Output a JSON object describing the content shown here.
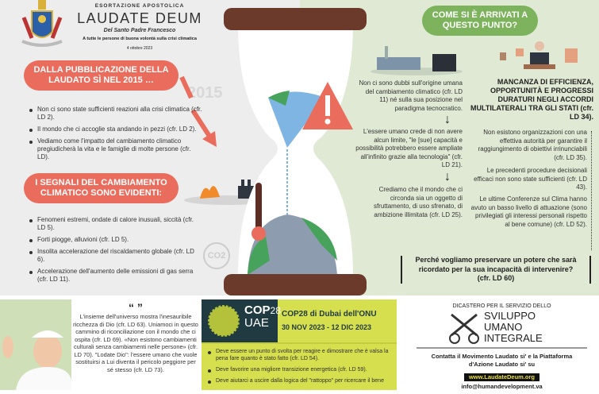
{
  "header": {
    "kicker": "ESORTAZIONE APOSTOLICA",
    "title": "LAUDATE DEUM",
    "subtitle": "Del Santo Padre Francesco",
    "tagline": "A tutte le persone di buona volontà sulla crisi climatica",
    "date": "4 ottobre 2023"
  },
  "left": {
    "pill1": "DALLA PUBBLICAZIONE DELLA LAUDATO SÌ NEL 2015 …",
    "year": "2015",
    "bullets1": [
      "Non ci sono state sufficienti reazioni alla crisi climatica (cfr. LD 2).",
      "Il mondo che ci accoglie sta andando in pezzi (cfr. LD 2).",
      "Vediamo come l'impatto del cambiamento climatico pregiudicherà la vita e le famiglie di molte persone (cfr. LD)."
    ],
    "pill2": "I SEGNALI DEL CAMBIAMENTO CLIMATICO SONO EVIDENTI:",
    "bullets2": [
      "Fenomeni estremi, ondate di calore inusuali, siccità (cfr. LD 5).",
      "Forti piogge, alluvioni (cfr. LD 5).",
      "Insolita accelerazione del riscaldamento globale (cfr. LD 6).",
      "Accelerazione dell'aumento delle emissioni di gas serra (cfr. LD 11)."
    ],
    "co2": "CO2"
  },
  "right": {
    "pill": "COME SI È ARRIVATI A QUESTO PUNTO?",
    "col1": [
      "Non ci sono dubbi sull'origine umana del cambiamento climatico (cfr. LD 11) né sulla sua posizione nel paradigma tecnocratico.",
      "L'essere umano crede di non avere alcun limite, \"le [sue] capacità e possibilità potrebbero essere ampliate all'infinito grazie alla tecnologia\" (cfr. LD 21).",
      "Crediamo che il mondo che ci circonda sia un oggetto di sfruttamento, di uso sfrenato, di ambizione illimitata (cfr. LD 25)."
    ],
    "headline": "MANCANZA DI EFFICIENZA, OPPORTUNITÀ E PROGRESSI DURATURI NEGLI ACCORDI MULTILATERALI TRA GLI STATI (cfr. LD 34).",
    "col2": [
      "Non esistono organizzazioni con una effettiva autorità per garantire il raggiungimento di obiettivi irrinunciabili (cfr. LD 35).",
      "Le precedenti procedure decisionali efficaci non sono state sufficienti (cfr. LD 43).",
      "Le ultime Conferenze sul Clima hanno avuto un basso livello di attuazione (sono privilegiati gli interessi personali rispetto al bene comune) (cfr. LD 52)."
    ],
    "question": "Perché vogliamo preservare un potere che sarà ricordato per la sua incapacità di intervenire? (cfr. LD 60)"
  },
  "quote": {
    "mark": "“ ”",
    "text": "L'insieme dell'universo mostra l'inesauribile ricchezza di Dio (cfr. LD 63). Uniamoci in questo cammino di riconciliazione con il mondo che ci ospita (cfr. LD 69). «Non esistono cambiamenti culturali senza cambiamenti nelle persone» (cfr. LD 70). \"Lodate Dio\": l'essere umano che vuole sostituirsi a Lui diventa il pericolo peggiore per sé stesso (cfr. LD 73)."
  },
  "cop": {
    "logo_a": "COP",
    "logo_b": "28",
    "logo_c": "UAE",
    "title": "COP28 di Dubai dell'ONU",
    "dates": "30 NOV 2023 - 12 DIC 2023",
    "bullets": [
      "Deve essere un punto di svolta per reagire e dimostrare che è valsa la pena fare quanto è stato fatto (cfr. LD 54).",
      "Deve favorire una migliore transizione energetica (cfr. LD 59).",
      "Deve aiutarci a uscire dalla logica del \"rattoppo\" per ricercare il bene"
    ]
  },
  "dicastery": {
    "top": "DICASTERO PER IL SERVIZIO DELLO",
    "l1": "SVILUPPO",
    "l2": "UMANO",
    "l3": "INTEGRALE",
    "contact": "Contatta il Movimento Laudato si' e la Piattaforma d'Azione Laudato si' su",
    "url": "www.LaudateDeum.org",
    "email": "info@humandevelopment.va"
  },
  "colors": {
    "coral": "#ea6c5d",
    "green": "#7db35c",
    "brown": "#6b3a2a",
    "cop": "#d6df4e"
  }
}
